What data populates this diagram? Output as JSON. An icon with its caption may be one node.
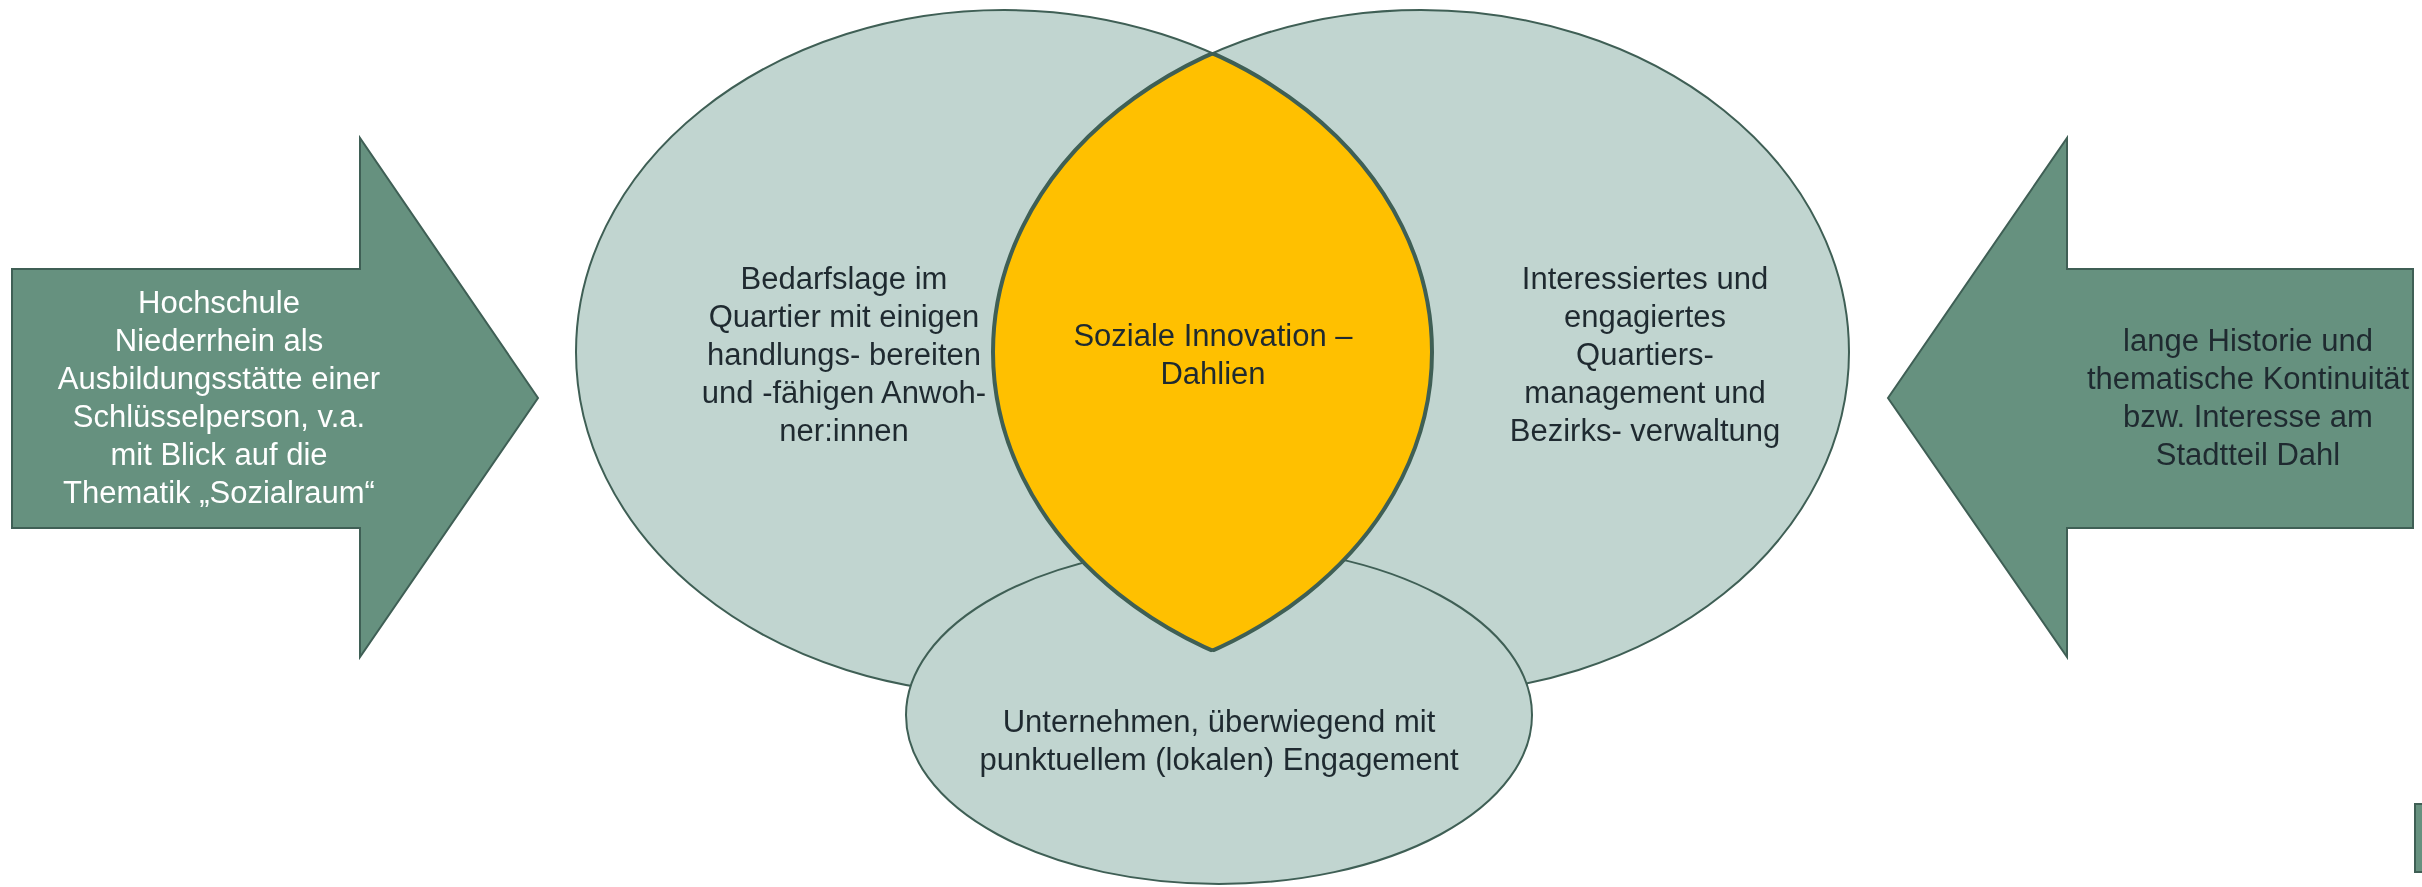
{
  "diagram": {
    "nodes": [
      {
        "text": [
          "Hochschule Niederrhein als Ausbildungsstätte einer Schlüsselperson, v.a. mit Blick auf die Thematik „Sozialraum“"
        ]
      },
      {
        "text": [
          "Bedarfslage im Quartier mit einigen handlungs- bereiten und -fähigen Anwoh- ner:innen"
        ]
      },
      {
        "text": [
          "Soziale Innovation – Dahlien"
        ]
      },
      {
        "text": [
          "Interessiertes und engagiertes Quartiers- management und Bezirks- verwaltung"
        ]
      },
      {
        "text": [
          "Unternehmen, überwiegend mit punktuellem (lokalen) Engagement"
        ]
      },
      {
        "text": [
          "lange Historie und thematische Kontinuität bzw. Interesse am Stadtteil Dahl"
        ]
      }
    ]
  }
}
